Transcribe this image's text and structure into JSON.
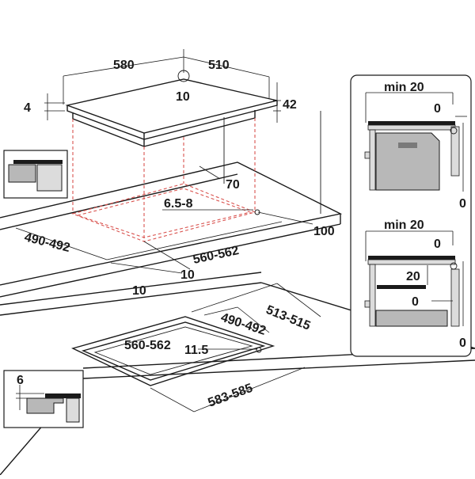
{
  "hob_dims": {
    "width": "580",
    "depth": "510",
    "corner": "10",
    "thickness": "4",
    "height": "42"
  },
  "cutout_dims": {
    "back_gap": "70",
    "corner_radius": "6.5-8",
    "side_gap": "100",
    "depth": "490-492",
    "width": "560-562",
    "front_left": "10",
    "front_right": "10"
  },
  "flush_dims": {
    "outer_depth": "513-515",
    "inner_depth": "490-492",
    "inner_width": "560-562",
    "corner": "11.5",
    "outer_width": "583-585"
  },
  "flush_inset": {
    "rebate": "6"
  },
  "side_panel_top": {
    "min_clearance": "min 20",
    "gap_top": "0",
    "gap_bottom": "0"
  },
  "side_panel_bottom": {
    "min_clearance": "min 20",
    "gap_top": "0",
    "spacing": "20",
    "gap_mid": "0",
    "gap_bottom": "0"
  },
  "colors": {
    "line": "#1a1a1a",
    "cutout_dash": "#d9534f",
    "fill_gray": "#b8b8b8",
    "fill_light": "#dcdcdc"
  }
}
